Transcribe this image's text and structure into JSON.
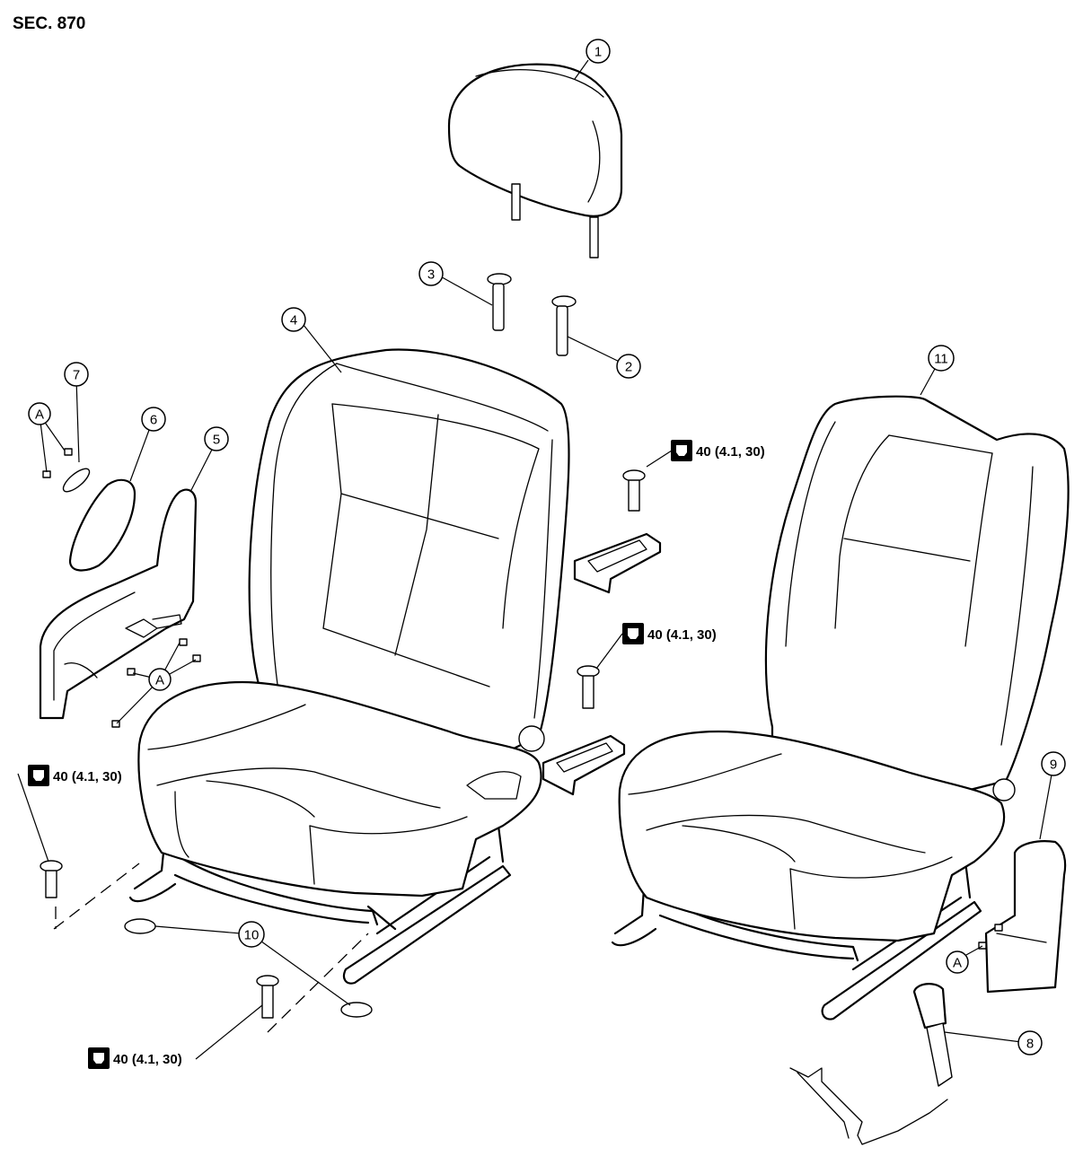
{
  "section_label": "SEC. 870",
  "callouts": {
    "c1": "1",
    "c2": "2",
    "c3": "3",
    "c4": "4",
    "c5": "5",
    "c6": "6",
    "c7": "7",
    "c8": "8",
    "c9": "9",
    "c10": "10",
    "c11": "11",
    "a1": "A",
    "a2": "A",
    "a3": "A"
  },
  "torque": {
    "t1": "40 (4.1, 30)",
    "t2": "40 (4.1, 30)",
    "t3": "40 (4.1, 30)",
    "t4": "40 (4.1, 30)"
  }
}
